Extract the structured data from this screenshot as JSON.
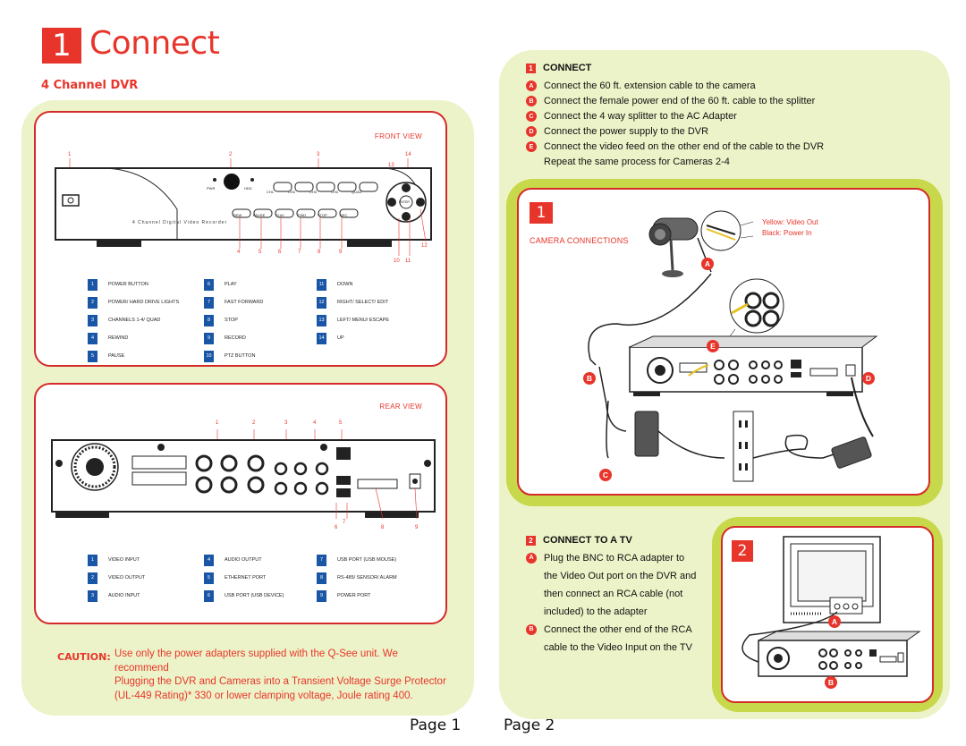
{
  "header": {
    "number": "1",
    "title": "Connect",
    "subtitle": "4 Channel DVR"
  },
  "front_panel": {
    "view_label": "FRONT VIEW",
    "brand_text": "4 Channel Digital Video Recorder",
    "callouts_top": [
      "1",
      "2",
      "3",
      "13",
      "14"
    ],
    "callouts_bottom": [
      "4",
      "5",
      "6",
      "7",
      "8",
      "9",
      "10",
      "11",
      "12"
    ],
    "led_labels": [
      "PWR",
      "HDD"
    ],
    "channel_labels": [
      "CH1",
      "CH2",
      "CH3",
      "CH4",
      "QUAD"
    ],
    "button_labels": [
      "REW",
      "PAUSE",
      "PLAY",
      "FWD",
      "STOP",
      "REC"
    ],
    "center_label": "ENTER",
    "legend": [
      {
        "num": "1",
        "label": "POWER BUTTON"
      },
      {
        "num": "2",
        "label": "POWER/ HARD DRIVE LIGHTS"
      },
      {
        "num": "3",
        "label": "CHANNELS 1-4/ QUAD"
      },
      {
        "num": "4",
        "label": "REWIND"
      },
      {
        "num": "5",
        "label": "PAUSE"
      },
      {
        "num": "6",
        "label": "PLAY"
      },
      {
        "num": "7",
        "label": "FAST FORWARD"
      },
      {
        "num": "8",
        "label": "STOP"
      },
      {
        "num": "9",
        "label": "RECORD"
      },
      {
        "num": "10",
        "label": "PTZ BUTTON"
      },
      {
        "num": "11",
        "label": "DOWN"
      },
      {
        "num": "12",
        "label": "RIGHT/ SELECT/ EDIT"
      },
      {
        "num": "13",
        "label": "LEFT/ MENU/ ESCAPE"
      },
      {
        "num": "14",
        "label": "UP"
      }
    ]
  },
  "rear_panel": {
    "view_label": "REAR VIEW",
    "callouts_top": [
      "1",
      "2",
      "3",
      "4",
      "5"
    ],
    "callouts_bottom": [
      "6",
      "7",
      "8",
      "9"
    ],
    "legend": [
      {
        "num": "1",
        "label": "VIDEO INPUT"
      },
      {
        "num": "2",
        "label": "VIDEO OUTPUT"
      },
      {
        "num": "3",
        "label": "AUDIO INPUT"
      },
      {
        "num": "4",
        "label": "AUDIO OUTPUT"
      },
      {
        "num": "5",
        "label": "ETHERNET PORT"
      },
      {
        "num": "6",
        "label": "USB PORT (USB DEVICE)"
      },
      {
        "num": "7",
        "label": "USB PORT (USB MOUSE)"
      },
      {
        "num": "8",
        "label": "RS-485/ SENSOR/ ALARM"
      },
      {
        "num": "9",
        "label": "POWER PORT"
      }
    ]
  },
  "caution": {
    "label": "CAUTION:",
    "lines": [
      "Use only the power adapters supplied with the Q-See unit.  We recommend",
      "Plugging the DVR and Cameras into a Transient Voltage Surge Protector",
      "(UL-449 Rating)* 330 or lower clamping voltage, Joule rating 400."
    ]
  },
  "pages": [
    "Page 1",
    "Page 2"
  ],
  "step1": {
    "num": "1",
    "title": "CONNECT",
    "items": [
      {
        "letter": "A",
        "text": "Connect the 60 ft. extension cable to the camera"
      },
      {
        "letter": "B",
        "text": "Connect the female power end of the 60 ft. cable to the splitter"
      },
      {
        "letter": "C",
        "text": "Connect the 4 way splitter to the AC Adapter"
      },
      {
        "letter": "D",
        "text": "Connect the power supply to the DVR"
      },
      {
        "letter": "E",
        "text": "Connect the video feed on the other end of the cable to the DVR"
      }
    ],
    "repeat_note": "Repeat the same process for Cameras 2-4"
  },
  "camera_panel": {
    "num": "1",
    "title": "CAMERA CONNECTIONS",
    "cable_yellow": "Yellow: Video Out",
    "cable_black": "Black: Power In",
    "markers": [
      "A",
      "B",
      "C",
      "D",
      "E"
    ]
  },
  "step2": {
    "num": "2",
    "title": "CONNECT TO A TV",
    "items": [
      {
        "letter": "A",
        "lines": [
          "Plug the BNC to RCA adapter to",
          "the Video Out port on the DVR and",
          "then connect an RCA cable (not",
          "included) to the adapter"
        ]
      },
      {
        "letter": "B",
        "lines": [
          "Connect the other end of the RCA",
          "cable to the Video Input on the TV"
        ]
      }
    ]
  },
  "tv_panel": {
    "num": "2",
    "markers": [
      "A",
      "B"
    ]
  },
  "colors": {
    "accent_red": "#e8352b",
    "panel_green": "#c7d84a",
    "bg_green": "#edf3c8",
    "legend_blue": "#1a56a6"
  }
}
